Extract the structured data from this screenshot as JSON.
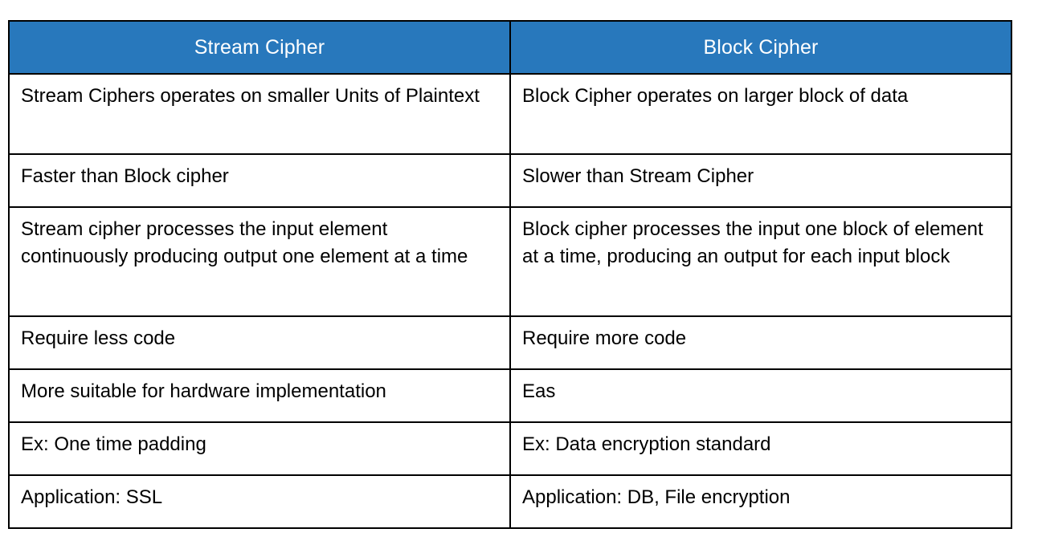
{
  "table": {
    "headers": [
      {
        "label": "Stream Cipher"
      },
      {
        "label": "Block Cipher"
      }
    ],
    "rows": [
      {
        "height_class": "r-tall1",
        "cells": [
          "Stream Ciphers operates on smaller Units of Plaintext",
          "Block Cipher operates on larger block of data"
        ]
      },
      {
        "height_class": "r-std",
        "cells": [
          "Faster than Block cipher",
          "Slower than Stream Cipher"
        ]
      },
      {
        "height_class": "r-tall2",
        "cells": [
          "Stream cipher processes the input element continuously producing output one element at a time",
          "Block cipher processes the input one block of element at a time, producing an output for each input block"
        ]
      },
      {
        "height_class": "r-std",
        "cells": [
          "Require less code",
          "Require more code"
        ]
      },
      {
        "height_class": "r-std",
        "cells": [
          "More suitable for hardware implementation",
          "Eas"
        ]
      },
      {
        "height_class": "r-std",
        "cells": [
          "Ex: One time padding",
          "Ex: Data encryption standard"
        ]
      },
      {
        "height_class": "r-std",
        "cells": [
          "Application: SSL",
          "Application: DB, File encryption"
        ]
      }
    ]
  },
  "colors": {
    "header_background": "#2878bc",
    "header_text": "#ffffff",
    "body_text": "#000000",
    "border": "#000000",
    "page_background": "#ffffff"
  }
}
